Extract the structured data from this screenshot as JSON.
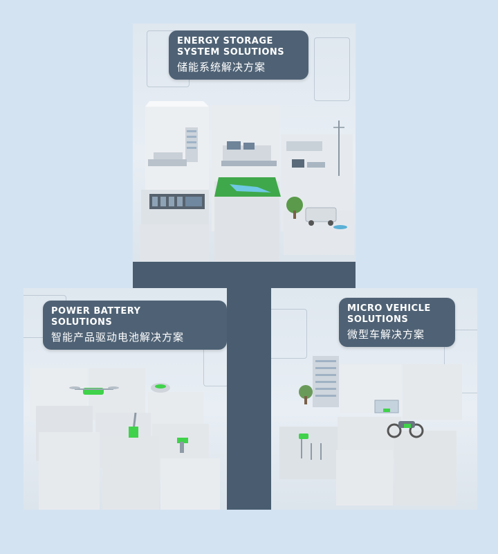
{
  "colors": {
    "background": "#d4e3f2",
    "spine": "#4a5d70",
    "label_bg": "#4f6275",
    "accent_green": "#3fd24a"
  },
  "panels": [
    {
      "id": "energy-storage",
      "title_en": "ENERGY STORAGE\nSYSTEM SOLUTIONS",
      "title_zh": "储能系统解决方案"
    },
    {
      "id": "power-battery",
      "title_en": "POWER BATTERY\nSOLUTIONS",
      "title_zh": "智能产品驱动电池解决方案"
    },
    {
      "id": "micro-vehicle",
      "title_en": "MICRO VEHICLE\nSOLUTIONS",
      "title_zh": "微型车解决方案"
    }
  ]
}
